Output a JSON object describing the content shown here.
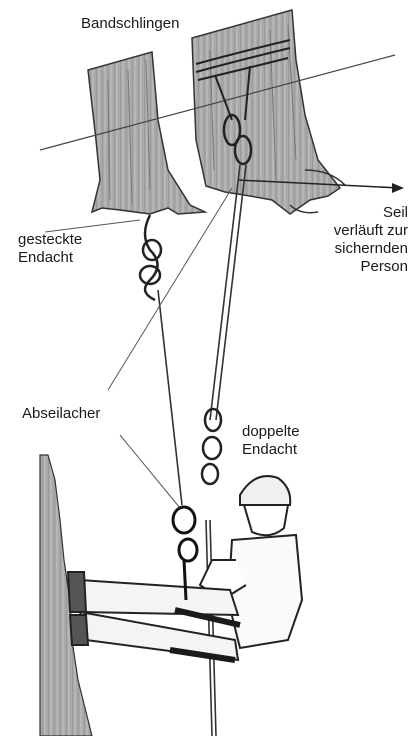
{
  "labels": {
    "bandschlingen": "Bandschlingen",
    "gesteckte_l1": "gesteckte",
    "gesteckte_l2": "Endacht",
    "seil_l1": "Seil",
    "seil_l2": "verläuft zur",
    "seil_l3": "sichernden",
    "seil_l4": "Person",
    "abseilacher": "Abseilacher",
    "doppelte_l1": "doppelte",
    "doppelte_l2": "Endacht"
  },
  "icons": {
    "trees": "tree-trunk-icon",
    "person": "climber-figure-icon",
    "carabiner": "carabiner-icon",
    "knot": "figure-eight-knot-icon",
    "descender": "figure-eight-descender-icon"
  }
}
